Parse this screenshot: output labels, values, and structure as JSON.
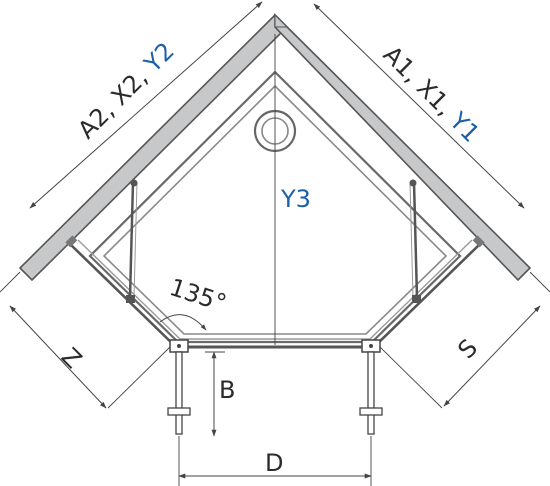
{
  "labels": {
    "a2_x2": "A2, X2, ",
    "y2": "Y2",
    "a1_x1": "A1, X1, ",
    "y1": "Y1",
    "y3": "Y3",
    "angle": "135°",
    "z": "Z",
    "s": "S",
    "b": "B",
    "d": "D"
  },
  "colors": {
    "accent_blue": "#1f5fa8",
    "text": "#2b2b2b",
    "wall": "#c7c8ca"
  }
}
